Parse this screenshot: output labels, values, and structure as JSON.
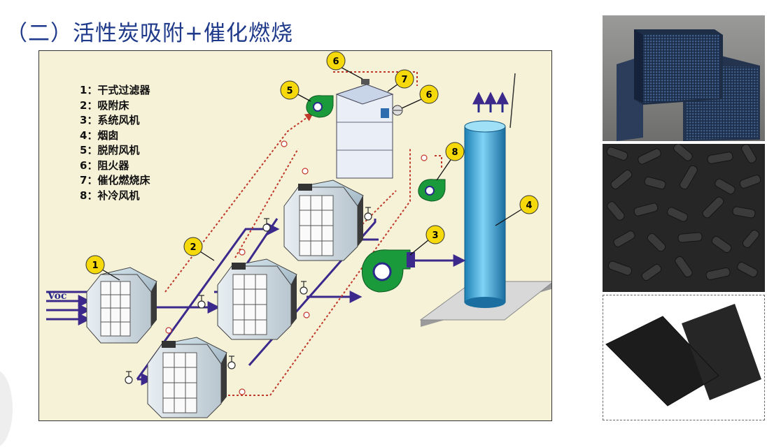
{
  "title": "（二）活性炭吸附+催化燃烧",
  "legend": [
    "1：干式过滤器",
    "2：吸附床",
    "3：系统风机",
    "4：烟囱",
    "5：脱附风机",
    "6：阻火器",
    "7：催化燃烧床",
    "8：补冷风机"
  ],
  "inlet_label": "Voc",
  "callouts": {
    "filter": "1",
    "bed": "2",
    "fan": "3",
    "chimney": "4",
    "desorb_fan": "5",
    "arrestor_a": "6",
    "arrestor_b": "6",
    "catalytic": "7",
    "cooling_fan": "8"
  },
  "colors": {
    "title": "#1f3a8a",
    "pipe": "#3b2a8c",
    "dashed_pipe": "#c0392b",
    "callout_fill": "#f5d90a",
    "fan_green": "#1a9a3a",
    "chimney_blue": "#2aa4d8",
    "diagram_bg": "#f6f2d8"
  }
}
